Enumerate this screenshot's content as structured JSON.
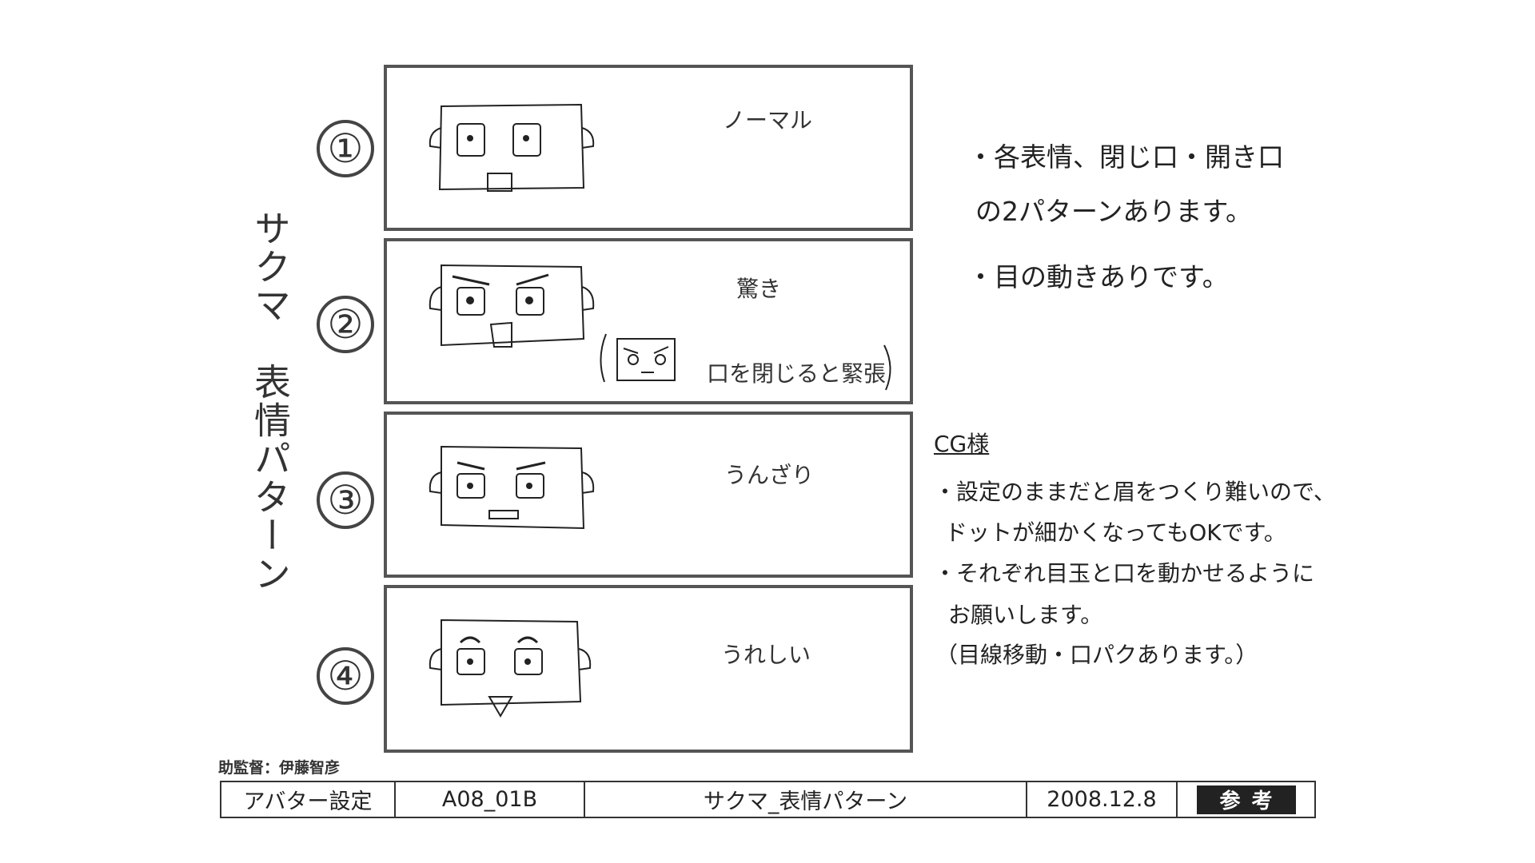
{
  "title_vertical": "サクマ　表情パターン",
  "panels": [
    {
      "number": "①",
      "label": "ノーマル"
    },
    {
      "number": "②",
      "label": "驚き",
      "sub_label": "口を閉じると緊張"
    },
    {
      "number": "③",
      "label": "うんざり"
    },
    {
      "number": "④",
      "label": "うれしい"
    }
  ],
  "notes": {
    "line1": "・各表情、閉じ口・開き口",
    "line2": "の2パターンあります。",
    "line3": "・目の動きありです。"
  },
  "cg": {
    "heading": "CG様",
    "lines": [
      "・設定のままだと眉をつくり難いので、",
      "ドットが細かくなってもOKです。",
      "・それぞれ目玉と口を動かせるように",
      "お願いします。",
      "（目線移動・口パクあります。）"
    ]
  },
  "footer": {
    "credit": "助監督：伊藤智彦",
    "category": "アバター設定",
    "code": "A08_01B",
    "name": "サクマ_表情パターン",
    "date": "2008.12.8",
    "stamp": "参考"
  }
}
